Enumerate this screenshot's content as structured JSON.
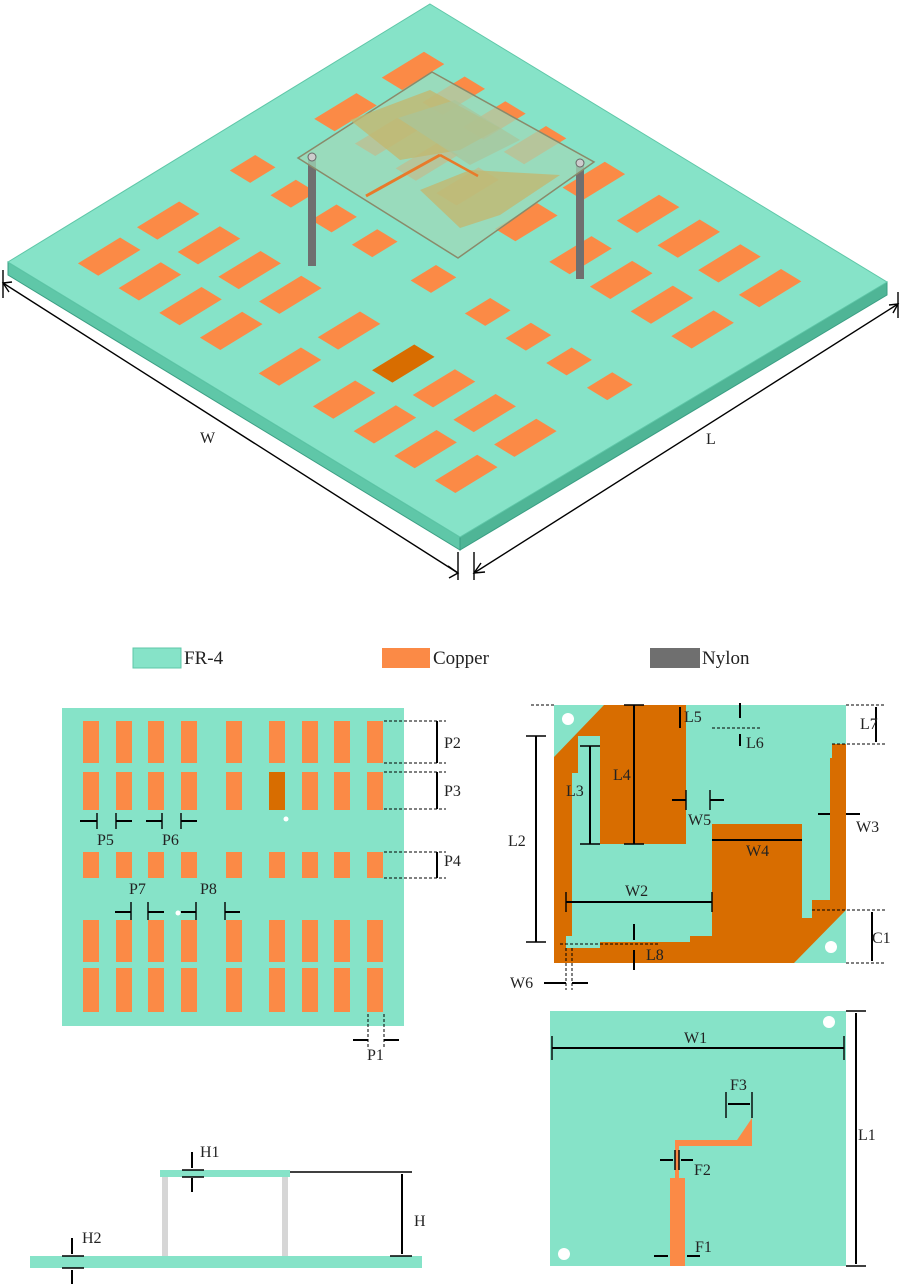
{
  "colors": {
    "fr4": "#86e3c8",
    "fr4_side": "#5fc7a8",
    "copper": "#fb8a46",
    "copper_dark": "#d86d00",
    "nylon": "#6f6f6f",
    "patch_glass": "#c8cf8a"
  },
  "legend": [
    {
      "key": "fr4",
      "label": "FR-4"
    },
    {
      "key": "copper",
      "label": "Copper"
    },
    {
      "key": "nylon",
      "label": "Nylon"
    }
  ],
  "iso_view": {
    "dim_w": "W",
    "dim_l": "L"
  },
  "top_view": {
    "labels": [
      "P2",
      "P3",
      "P4",
      "P5",
      "P6",
      "P7",
      "P8",
      "P1"
    ]
  },
  "patch_view": {
    "labels": [
      "L5",
      "L7",
      "L6",
      "L4",
      "L3",
      "W5",
      "L2",
      "W3",
      "W4",
      "W2",
      "C1",
      "L8",
      "W6"
    ]
  },
  "side_view": {
    "labels": [
      "H1",
      "H",
      "H2"
    ]
  },
  "feed_view": {
    "labels": [
      "W1",
      "L1",
      "F3",
      "F2",
      "F1"
    ]
  }
}
